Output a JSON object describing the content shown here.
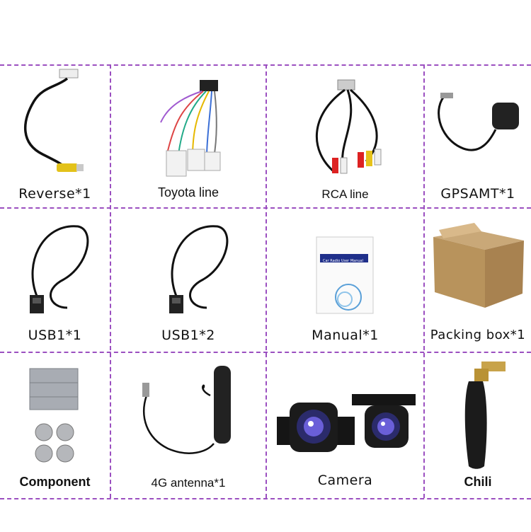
{
  "items": [
    {
      "label": "Reverse*1",
      "icon": "reverse-camera-cable-icon"
    },
    {
      "label": "Toyota line",
      "icon": "toyota-harness-icon"
    },
    {
      "label": "RCA line",
      "icon": "rca-cable-icon"
    },
    {
      "label": "GPSAMT*1",
      "icon": "gps-antenna-icon"
    },
    {
      "label": "USB1*1",
      "icon": "usb-cable-icon"
    },
    {
      "label": "USB1*2",
      "icon": "usb-cable-icon"
    },
    {
      "label": "Manual*1",
      "icon": "manual-booklet-icon"
    },
    {
      "label": "Packing box*1",
      "icon": "packing-box-icon"
    },
    {
      "label": "Component",
      "icon": "mounting-bracket-screws-icon"
    },
    {
      "label": "4G antenna*1",
      "icon": "4g-antenna-icon"
    },
    {
      "label": "Camera",
      "icon": "camera-icon"
    },
    {
      "label": "Chili",
      "icon": "wifi-antenna-icon"
    }
  ],
  "manual": {
    "cover_text": "Car Radio User Manual"
  },
  "colors": {
    "divider": "#9b4fc0",
    "label": "#111111"
  }
}
